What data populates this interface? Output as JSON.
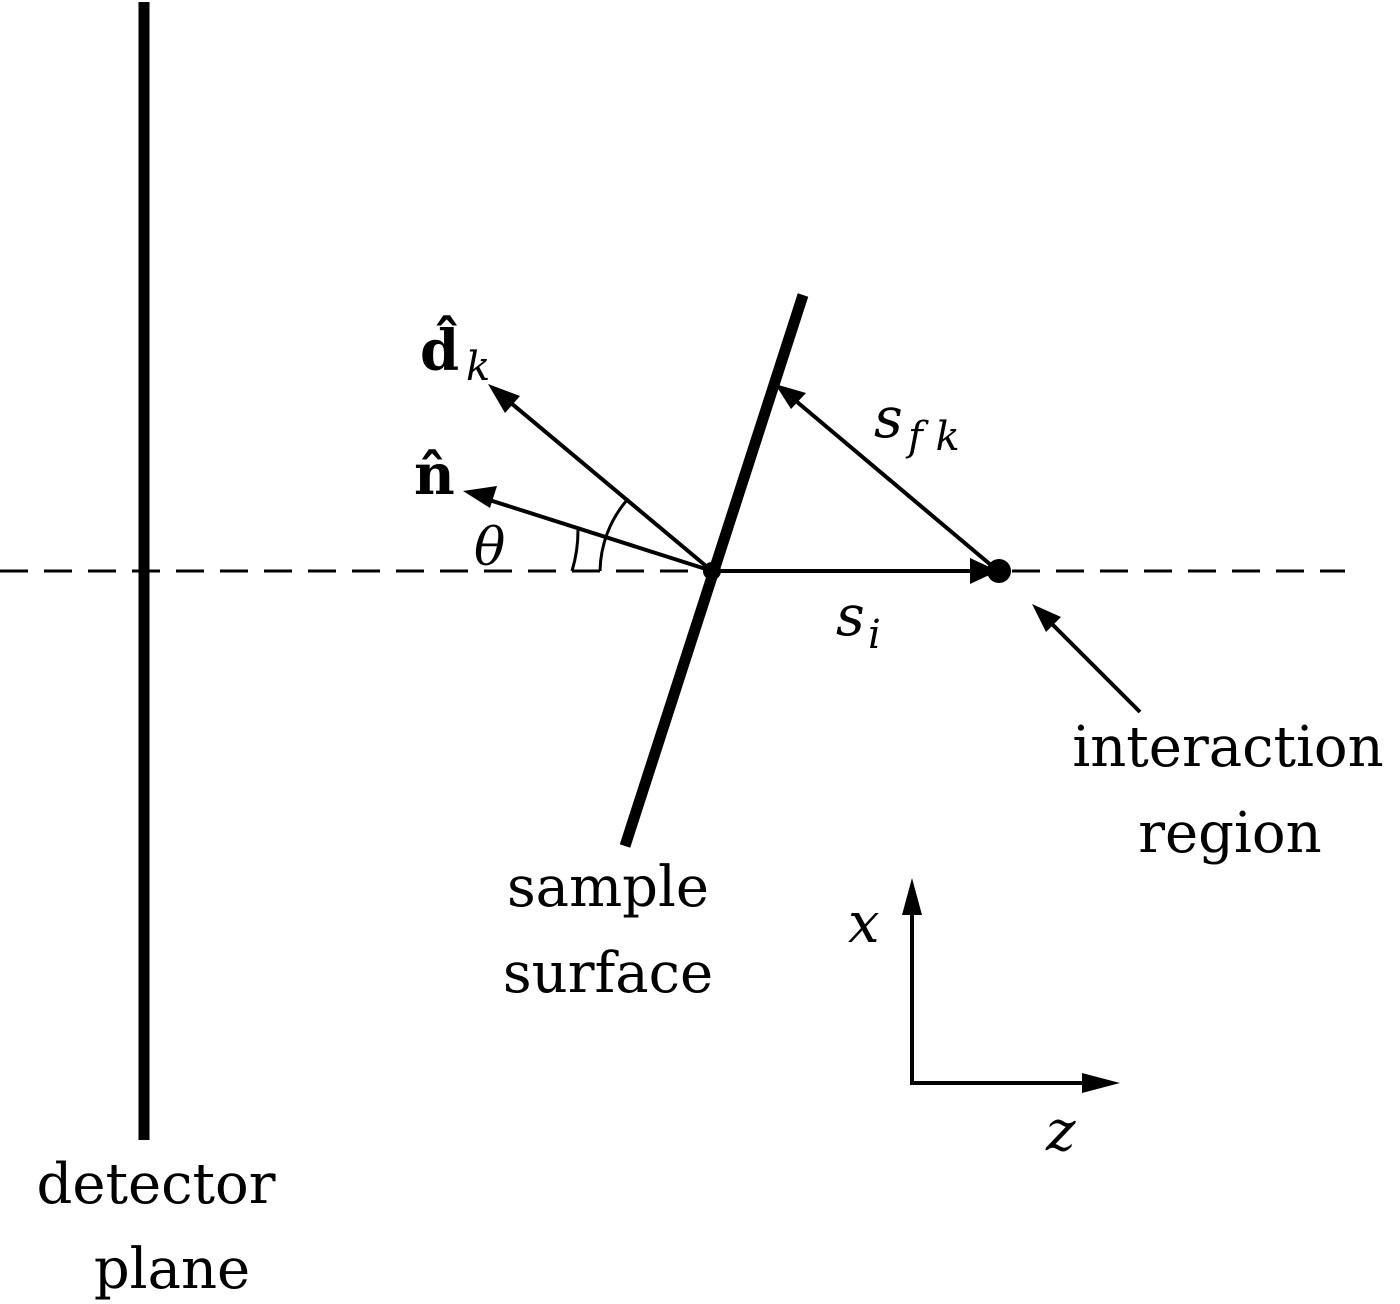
{
  "diagram": {
    "labels": {
      "detector_line1": "detector",
      "detector_line2": "plane",
      "sample_line1": "sample",
      "sample_line2": "surface",
      "interaction_line1": "interaction",
      "interaction_line2": "region",
      "d_vector": "d̂",
      "d_sub": "k",
      "n_vector": "n̂",
      "theta": "θ",
      "s_fk_main": "s",
      "s_fk_sub": "f k",
      "s_i_main": "s",
      "s_i_sub": "i",
      "axis_x": "x",
      "axis_z": "z"
    },
    "colors": {
      "stroke": "#000000",
      "background": "#ffffff"
    }
  }
}
